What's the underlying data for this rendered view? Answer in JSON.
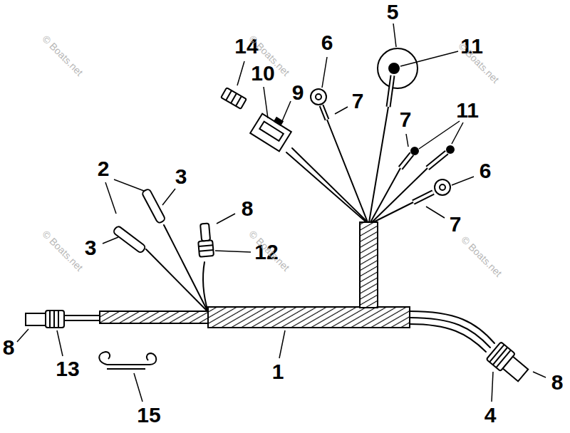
{
  "diagram": {
    "labels": [
      "14",
      "5",
      "6",
      "11",
      "10",
      "9",
      "7",
      "7",
      "11",
      "2",
      "3",
      "6",
      "8",
      "3",
      "12",
      "7",
      "8",
      "1",
      "13",
      "15",
      "4",
      "8",
      "© Boats.net",
      "© Boats.net",
      "© Boats.net",
      "© Boats.net",
      "© Boats.net",
      "© Boats.net"
    ]
  }
}
